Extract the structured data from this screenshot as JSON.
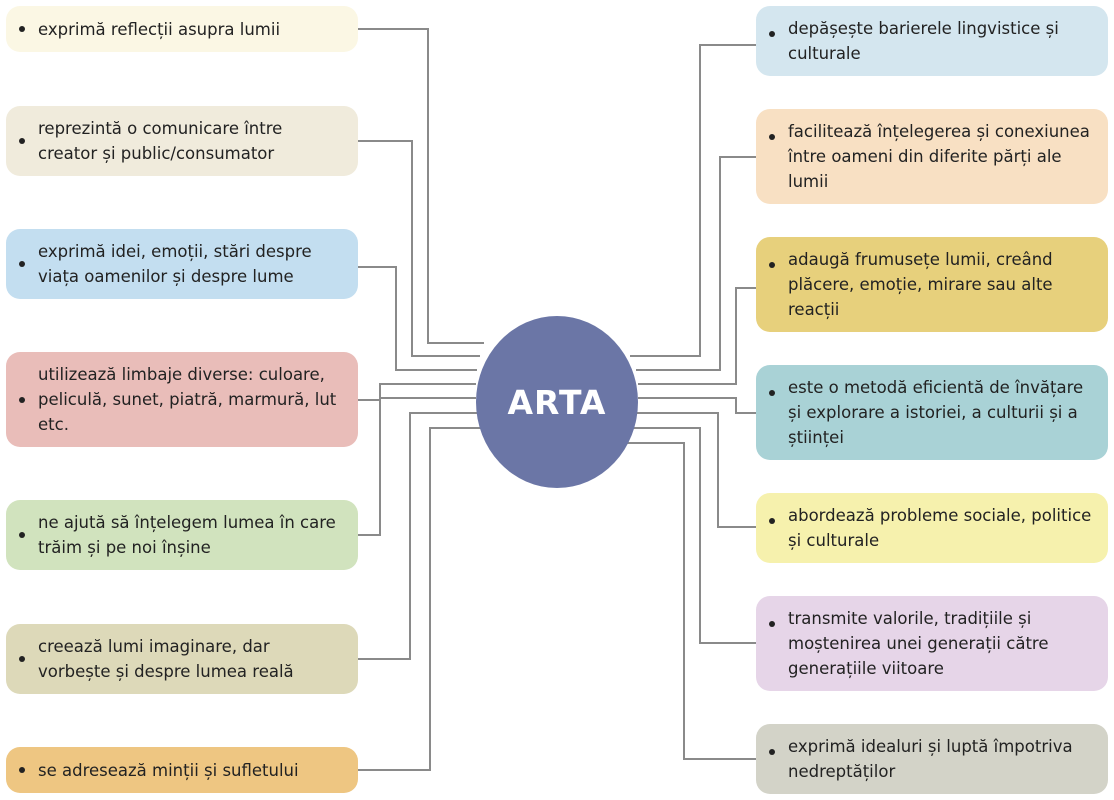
{
  "center": {
    "title": "ARTA",
    "color": "#6b76a6"
  },
  "line_color": "#8a8a8a",
  "left_items": [
    {
      "text": "exprimă reflecții asupra lumii",
      "color": "#fbf7e4"
    },
    {
      "text": "reprezintă o comunicare între creator și public/consumator",
      "color": "#f0ebdc"
    },
    {
      "text": "exprimă idei, emoții, stări despre viața oamenilor și despre lume",
      "color": "#c3def0"
    },
    {
      "text": "utilizează limbaje diverse: culoare, peliculă, sunet, piatră, marmură, lut etc.",
      "color": "#e9bdb9"
    },
    {
      "text": "ne ajută să înțelegem lumea în care trăim și pe noi înșine",
      "color": "#d1e3be"
    },
    {
      "text": "creează lumi imaginare, dar vorbește și despre lumea reală",
      "color": "#ddd9b9"
    },
    {
      "text": "se adresează minții și sufletului",
      "color": "#eec682"
    }
  ],
  "right_items": [
    {
      "text": "depășește barierele lingvistice și culturale",
      "color": "#d4e6ef"
    },
    {
      "text": "facilitează înțelegerea și conexiunea între oameni din diferite părți ale lumii",
      "color": "#f8e0c3"
    },
    {
      "text": "adaugă frumusețe lumii, creând plăcere, emoție, mirare sau alte reacții",
      "color": "#e7d07c"
    },
    {
      "text": "este o metodă eficientă de învățare și explorare a istoriei, a culturii și a științei",
      "color": "#a9d2d6"
    },
    {
      "text": "abordează probleme sociale, politice și culturale",
      "color": "#f6f1ad"
    },
    {
      "text": "transmite valorile, tradițiile și moștenirea unei generații către generațiile viitoare",
      "color": "#e6d5e8"
    },
    {
      "text": "exprimă idealuri și luptă împotriva nedreptăților",
      "color": "#d3d3c8"
    }
  ]
}
